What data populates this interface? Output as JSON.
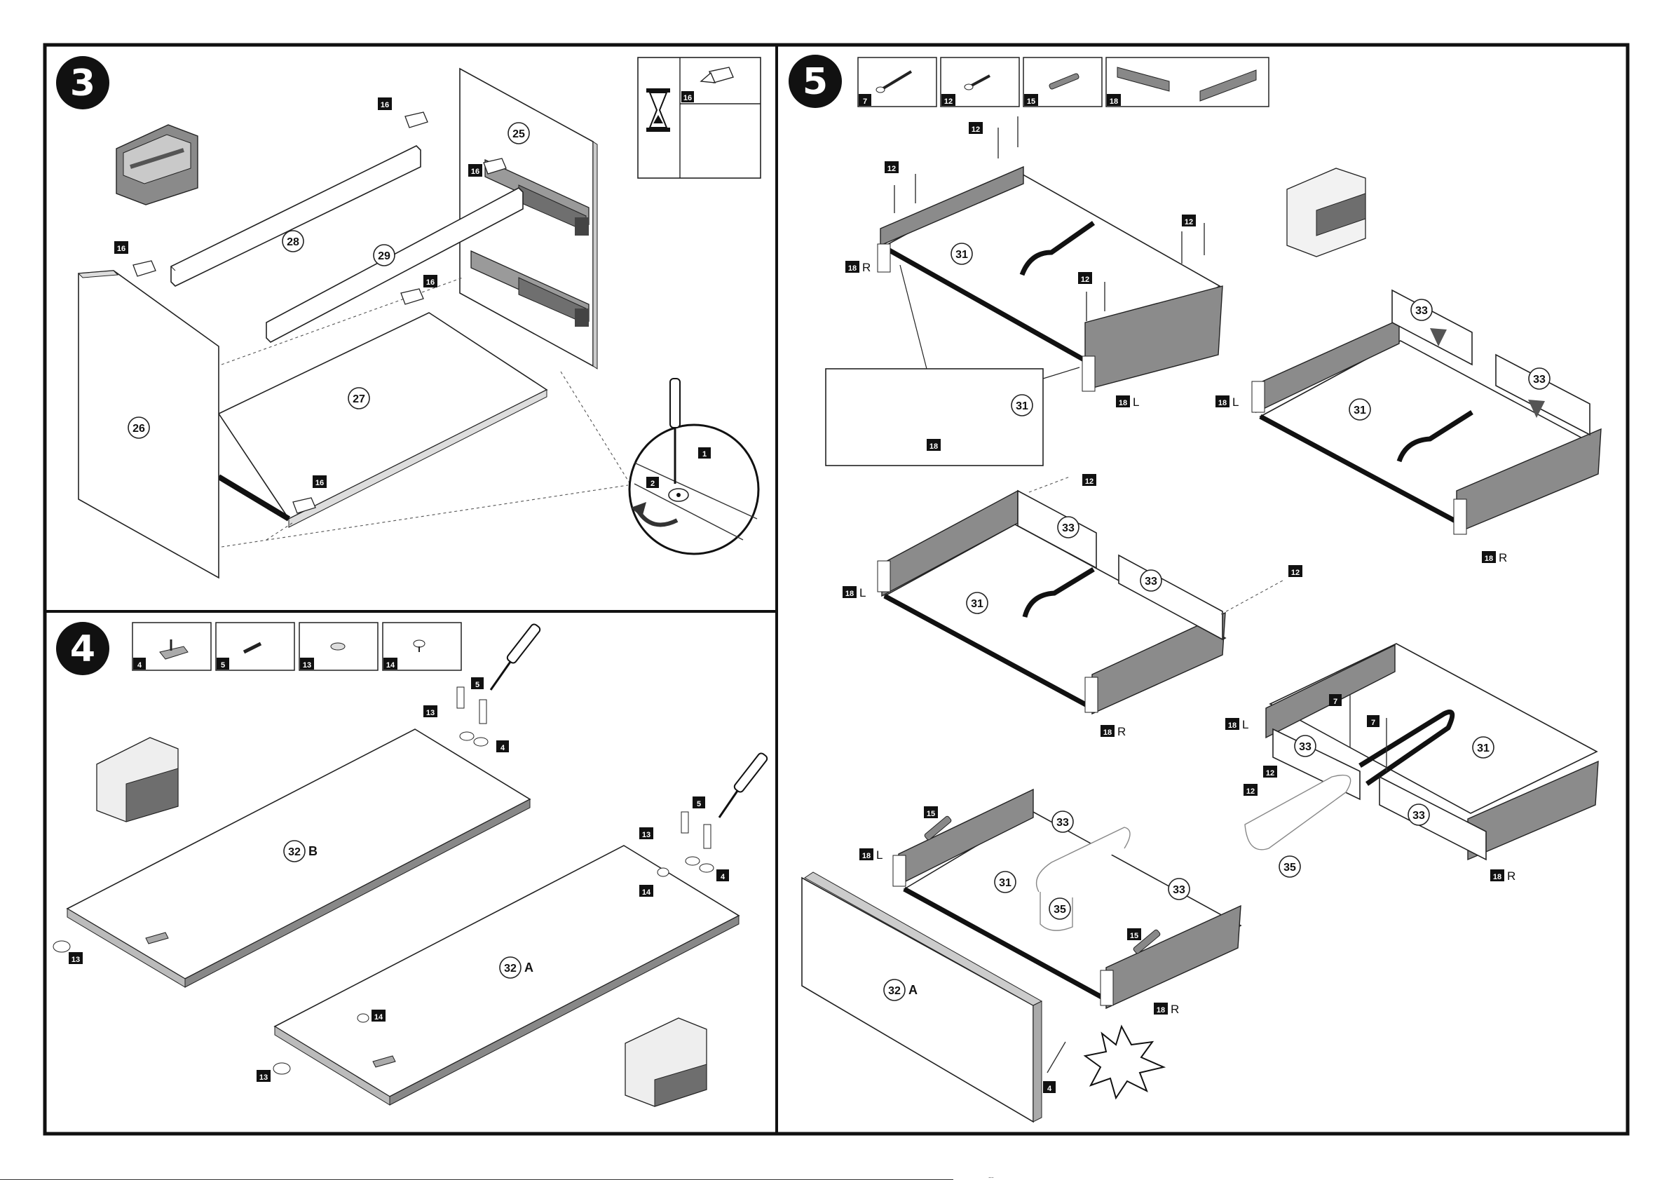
{
  "steps": {
    "s3": "3",
    "s4": "4",
    "s5": "5"
  },
  "step3": {
    "parts": {
      "p25": "25",
      "p26": "26",
      "p27": "27",
      "p28": "28",
      "p29": "29"
    },
    "hw16": "16",
    "inset": {
      "n1": "1",
      "n2": "2"
    }
  },
  "step4": {
    "legend": [
      "4",
      "5",
      "13",
      "14"
    ],
    "parts": {
      "p32a": "32",
      "p32b": "32",
      "A": "A",
      "B": "B"
    },
    "hw": {
      "h4": "4",
      "h5": "5",
      "h13": "13",
      "h14": "14"
    }
  },
  "step5": {
    "legend": [
      "7",
      "12",
      "15",
      "18"
    ],
    "parts": {
      "p31": "31",
      "p33": "33",
      "p35": "35",
      "p32": "32",
      "A": "A"
    },
    "hw": {
      "h7": "7",
      "h12": "12",
      "h15": "15",
      "h18": "18",
      "h4": "4"
    },
    "sides": {
      "L": "L",
      "R": "R"
    }
  },
  "footer": {
    "tiny": "..."
  }
}
